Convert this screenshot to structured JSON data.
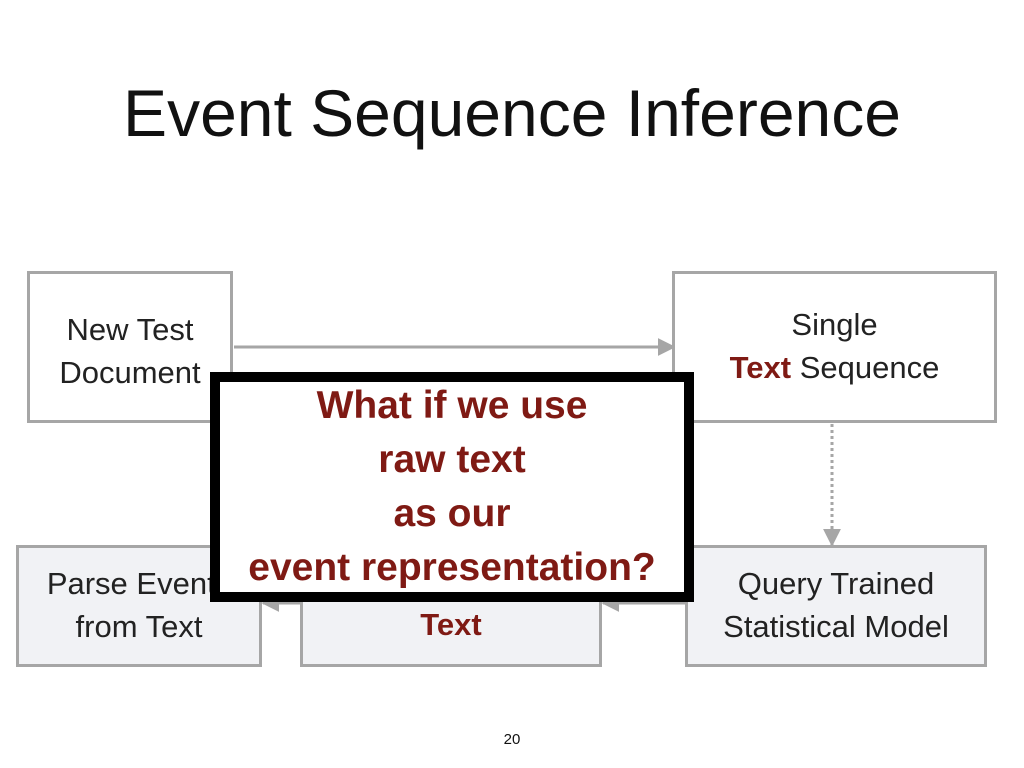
{
  "slide": {
    "title": "Event Sequence Inference",
    "page_number": "20"
  },
  "boxes": {
    "new_test": {
      "line1": "New Test",
      "line2": "Document"
    },
    "single_text": {
      "line1": "Single",
      "line2_highlight": "Text",
      "line2_rest": " Sequence"
    },
    "query_model": {
      "line1": "Query Trained",
      "line2": "Statistical Model"
    },
    "middle": {
      "label": "Text"
    },
    "parse": {
      "line1": "Parse Events",
      "line2": "from Text"
    }
  },
  "callout": {
    "lines": [
      "What if we use",
      "raw text",
      "as our",
      "event representation?"
    ]
  },
  "colors": {
    "highlight": "#7f1a14",
    "box_border": "#a6a6a6",
    "box_fill_grey": "#f1f2f5",
    "callout_border": "#000000"
  }
}
